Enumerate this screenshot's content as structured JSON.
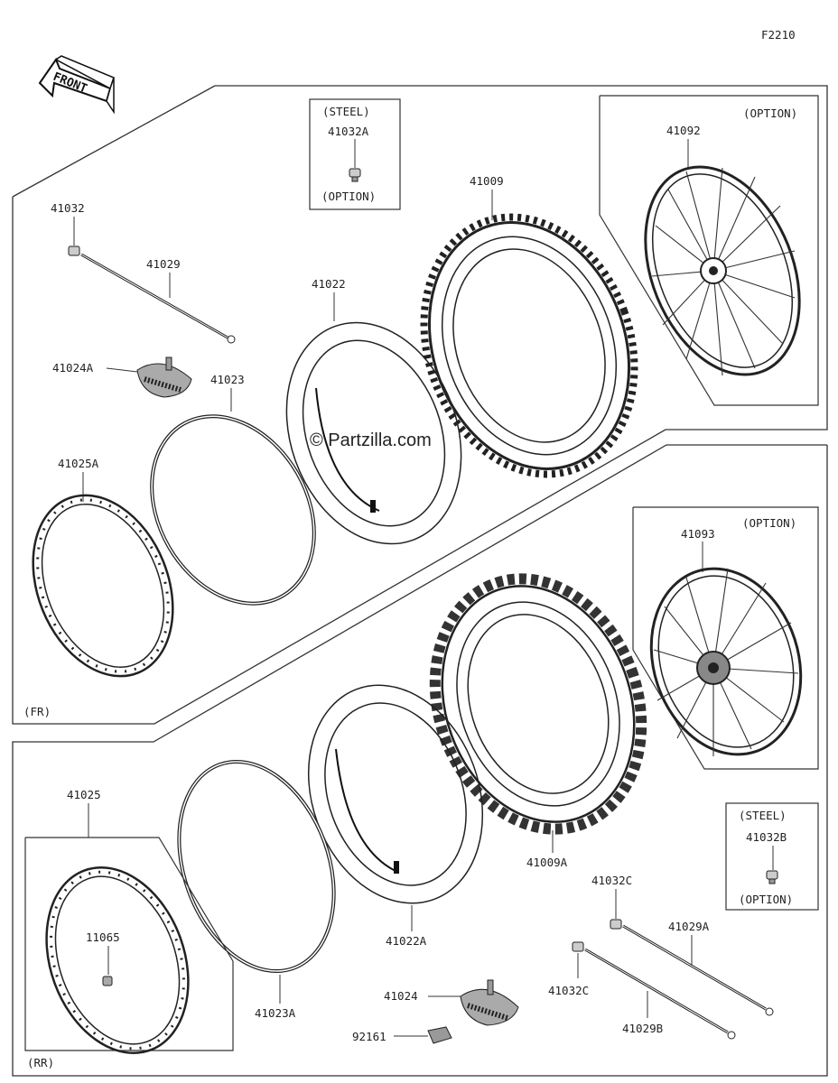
{
  "figure_code": "F2210",
  "front_label": "FRONT",
  "watermark": "© Partzilla.com",
  "sections": {
    "front": "(FR)",
    "rear": "(RR)"
  },
  "boxes": {
    "steel_a": {
      "top": "(STEEL)",
      "part": "41032A",
      "bottom": "(OPTION)"
    },
    "option_wheel_front": {
      "tag": "(OPTION)",
      "part": "41092"
    },
    "option_wheel_rear": {
      "tag": "(OPTION)",
      "part": "41093"
    },
    "steel_b": {
      "top": "(STEEL)",
      "part": "41032B",
      "bottom": "(OPTION)"
    }
  },
  "parts": {
    "p41032": "41032",
    "p41029": "41029",
    "p41024a": "41024A",
    "p41023": "41023",
    "p41022": "41022",
    "p41009": "41009",
    "p41025a": "41025A",
    "p41025": "41025",
    "p11065": "11065",
    "p41023a": "41023A",
    "p41022a": "41022A",
    "p41009a": "41009A",
    "p41024": "41024",
    "p92161": "92161",
    "p41032c_top": "41032C",
    "p41032c_bottom": "41032C",
    "p41029a": "41029A",
    "p41029b": "41029B"
  }
}
